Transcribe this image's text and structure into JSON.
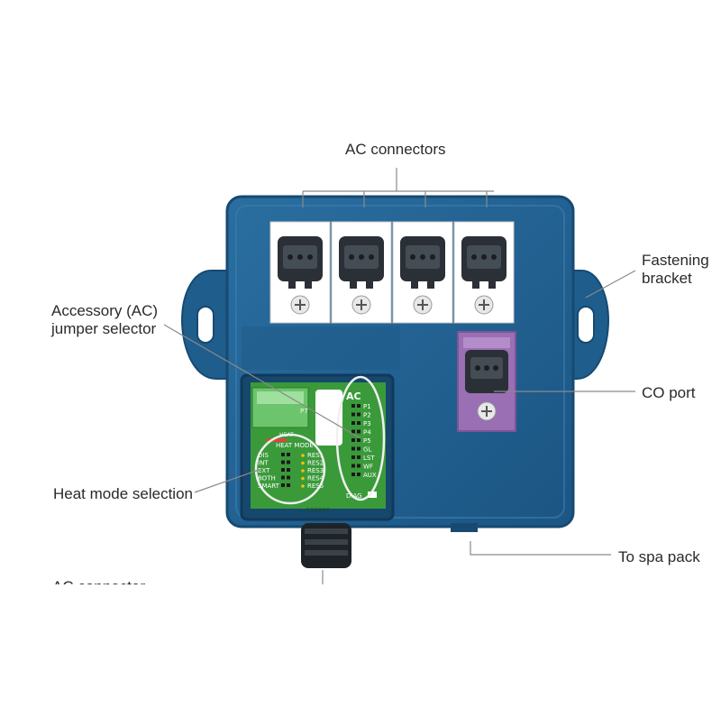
{
  "callouts": {
    "ac_connectors": "AC connectors",
    "fastening_bracket_1": "Fastening",
    "fastening_bracket_2": "bracket",
    "jumper_selector_1": "Accessory (AC)",
    "jumper_selector_2": "jumper selector",
    "co_port": "CO port",
    "heat_mode_selection": "Heat mode selection",
    "to_spa_pack": "To spa pack",
    "cut_off_label": "AC connector"
  },
  "board": {
    "p7": "P7",
    "heat": "HEAT",
    "heat_mode": "HEAT MODE",
    "ac_header": "AC",
    "ac_pins": [
      "P1",
      "P2",
      "P3",
      "P4",
      "P5",
      "GL",
      "LST",
      "WF",
      "AUX"
    ],
    "mode_options": [
      "DIS",
      "INT",
      "EXT",
      "BOTH",
      "SMART"
    ],
    "res_labels": [
      "RES1",
      "RES2",
      "RES3",
      "RES4",
      "RES5"
    ],
    "diag": "DIAG",
    "part_number": "...-509292"
  },
  "colors": {
    "enclosure": "#1f5d8c",
    "enclosure_edge": "#164a72",
    "pcb": "#3a9a3a",
    "co_port_plate": "#9a6fb4",
    "connector_panel": "#ffffff",
    "connector_body": "#2a3036"
  }
}
